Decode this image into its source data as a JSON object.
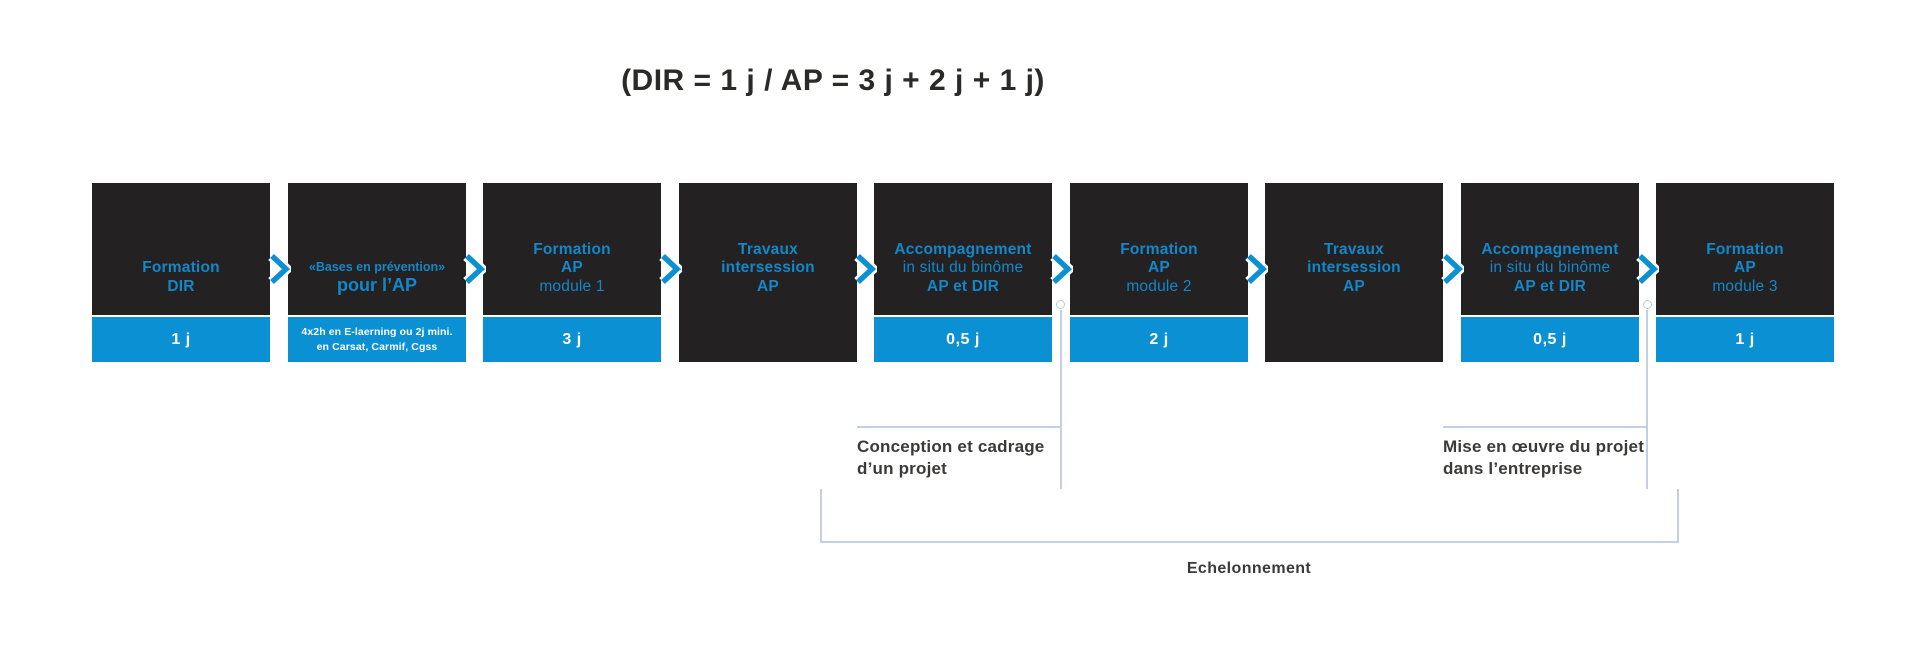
{
  "title": "(DIR = 1 j / AP = 3 j + 2 j + 1 j)",
  "colors": {
    "accent_blue": "#0a90d3",
    "box_dark": "#242122",
    "box_text_blue": "#1287c9",
    "pale_line": "#c5cfdf",
    "text_gray": "#3b3a39"
  },
  "icons": {
    "step_separator": "chevron-right",
    "callout_marker": "small-circle"
  },
  "boxes": [
    {
      "line1": "Formation",
      "line2": "DIR",
      "duration": "1 j"
    },
    {
      "line1": "«Bases en prévention»",
      "line2": "pour l’AP",
      "duration_line1": "4x2h en E-laerning ou 2j mini.",
      "duration_line2": "en Carsat, Carmif, Cgss"
    },
    {
      "line1": "Formation",
      "line2": "AP",
      "line3": "module 1",
      "duration": "3 j"
    },
    {
      "line1": "Travaux",
      "line2": "intersession",
      "line3": "AP"
    },
    {
      "line1": "Accompagnement",
      "line2": "in situ du binôme",
      "line3": "AP et DIR",
      "duration": "0,5 j"
    },
    {
      "line1": "Formation",
      "line2": "AP",
      "line3": "module 2",
      "duration": "2 j"
    },
    {
      "line1": "Travaux",
      "line2": "intersession",
      "line3": "AP"
    },
    {
      "line1": "Accompagnement",
      "line2": "in situ du binôme",
      "line3": "AP et DIR",
      "duration": "0,5 j"
    },
    {
      "line1": "Formation",
      "line2": "AP",
      "line3": "module 3",
      "duration": "1 j"
    }
  ],
  "annotations": [
    {
      "line1": "Conception et cadrage",
      "line2": "d’un projet"
    },
    {
      "line1": "Mise en œuvre du projet",
      "line2": "dans l’entreprise"
    }
  ],
  "bracket_label": "Echelonnement"
}
